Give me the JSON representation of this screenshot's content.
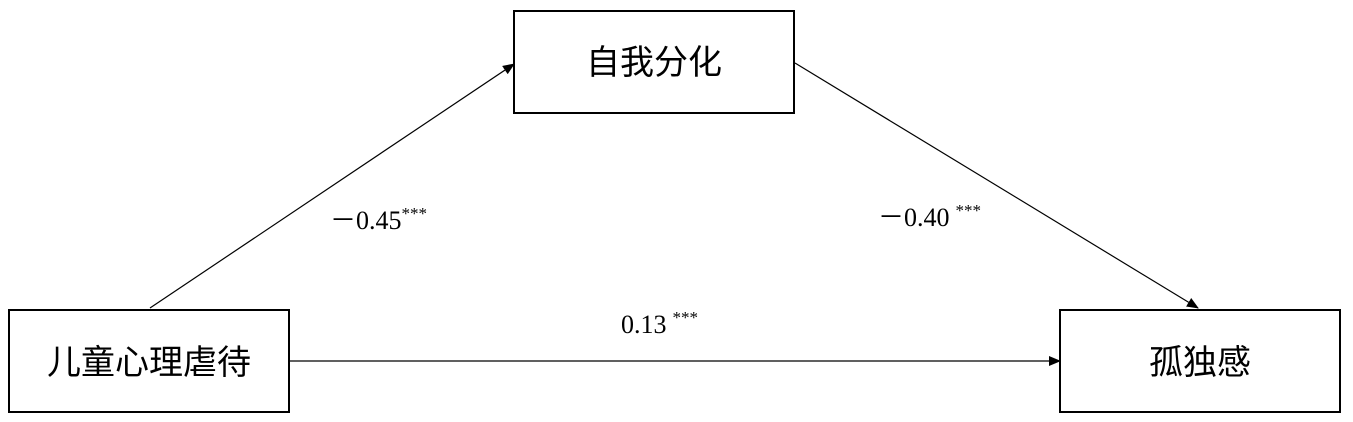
{
  "nodes": {
    "mediator": {
      "label": "自我分化"
    },
    "predictor": {
      "label": "儿童心理虐待"
    },
    "outcome": {
      "label": "孤独感"
    }
  },
  "paths": {
    "a": {
      "coef": "－0.45",
      "sig": "***"
    },
    "b": {
      "coef": "－0.40",
      "sig": "***"
    },
    "c": {
      "coef": "0.13",
      "sig": "***"
    }
  },
  "colors": {
    "stroke": "#000000",
    "background": "#ffffff"
  }
}
